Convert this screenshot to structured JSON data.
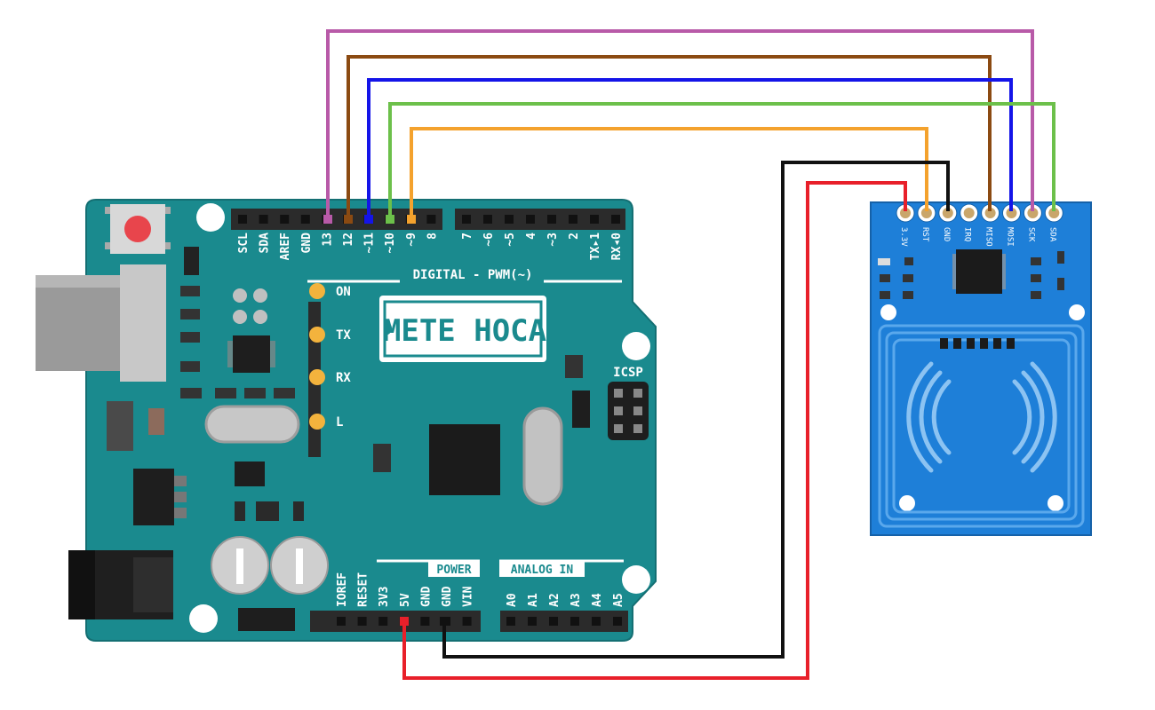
{
  "colors": {
    "board": "#1a8a8e",
    "board_edge": "#146f73",
    "rfid": "#1e7fd8",
    "rfid_edge": "#1561a8",
    "wire_pink": "#b85aa8",
    "wire_brown": "#8b4a12",
    "wire_blue": "#1414e8",
    "wire_green": "#6cc04a",
    "wire_orange": "#f4a22d",
    "wire_black": "#111111",
    "wire_red": "#e8202a",
    "led": "#f3b33d"
  },
  "arduino": {
    "logo_text": "METE HOCA",
    "digital_label": "DIGITAL - PWM(~)",
    "power_label": "POWER",
    "analog_label": "ANALOG IN",
    "icsp_label": "ICSP",
    "leds": [
      "ON",
      "TX",
      "RX",
      "L"
    ],
    "digital_pins_left": [
      "SCL",
      "SDA",
      "AREF",
      "GND",
      "13",
      "12",
      "~11",
      "~10",
      "~9",
      "8"
    ],
    "digital_pins_right": [
      "7",
      "~6",
      "~5",
      "4",
      "~3",
      "2",
      "TX▸1",
      "RX◂0"
    ],
    "power_pins": [
      "IOREF",
      "RESET",
      "3V3",
      "5V",
      "GND",
      "GND",
      "VIN"
    ],
    "analog_pins": [
      "A0",
      "A1",
      "A2",
      "A3",
      "A4",
      "A5"
    ]
  },
  "rfid": {
    "pins": [
      "3.3V",
      "RST",
      "GND",
      "IRQ",
      "MISO",
      "MOSI",
      "SCK",
      "SDA"
    ]
  },
  "connections": [
    {
      "from": "13",
      "to": "SCK",
      "color": "pink"
    },
    {
      "from": "12",
      "to": "MISO",
      "color": "brown"
    },
    {
      "from": "~11",
      "to": "MOSI",
      "color": "blue"
    },
    {
      "from": "~10",
      "to": "SDA",
      "color": "green"
    },
    {
      "from": "~9",
      "to": "RST",
      "color": "orange"
    },
    {
      "from": "GND",
      "to": "GND",
      "color": "black"
    },
    {
      "from": "5V",
      "to": "3.3V",
      "color": "red"
    }
  ]
}
